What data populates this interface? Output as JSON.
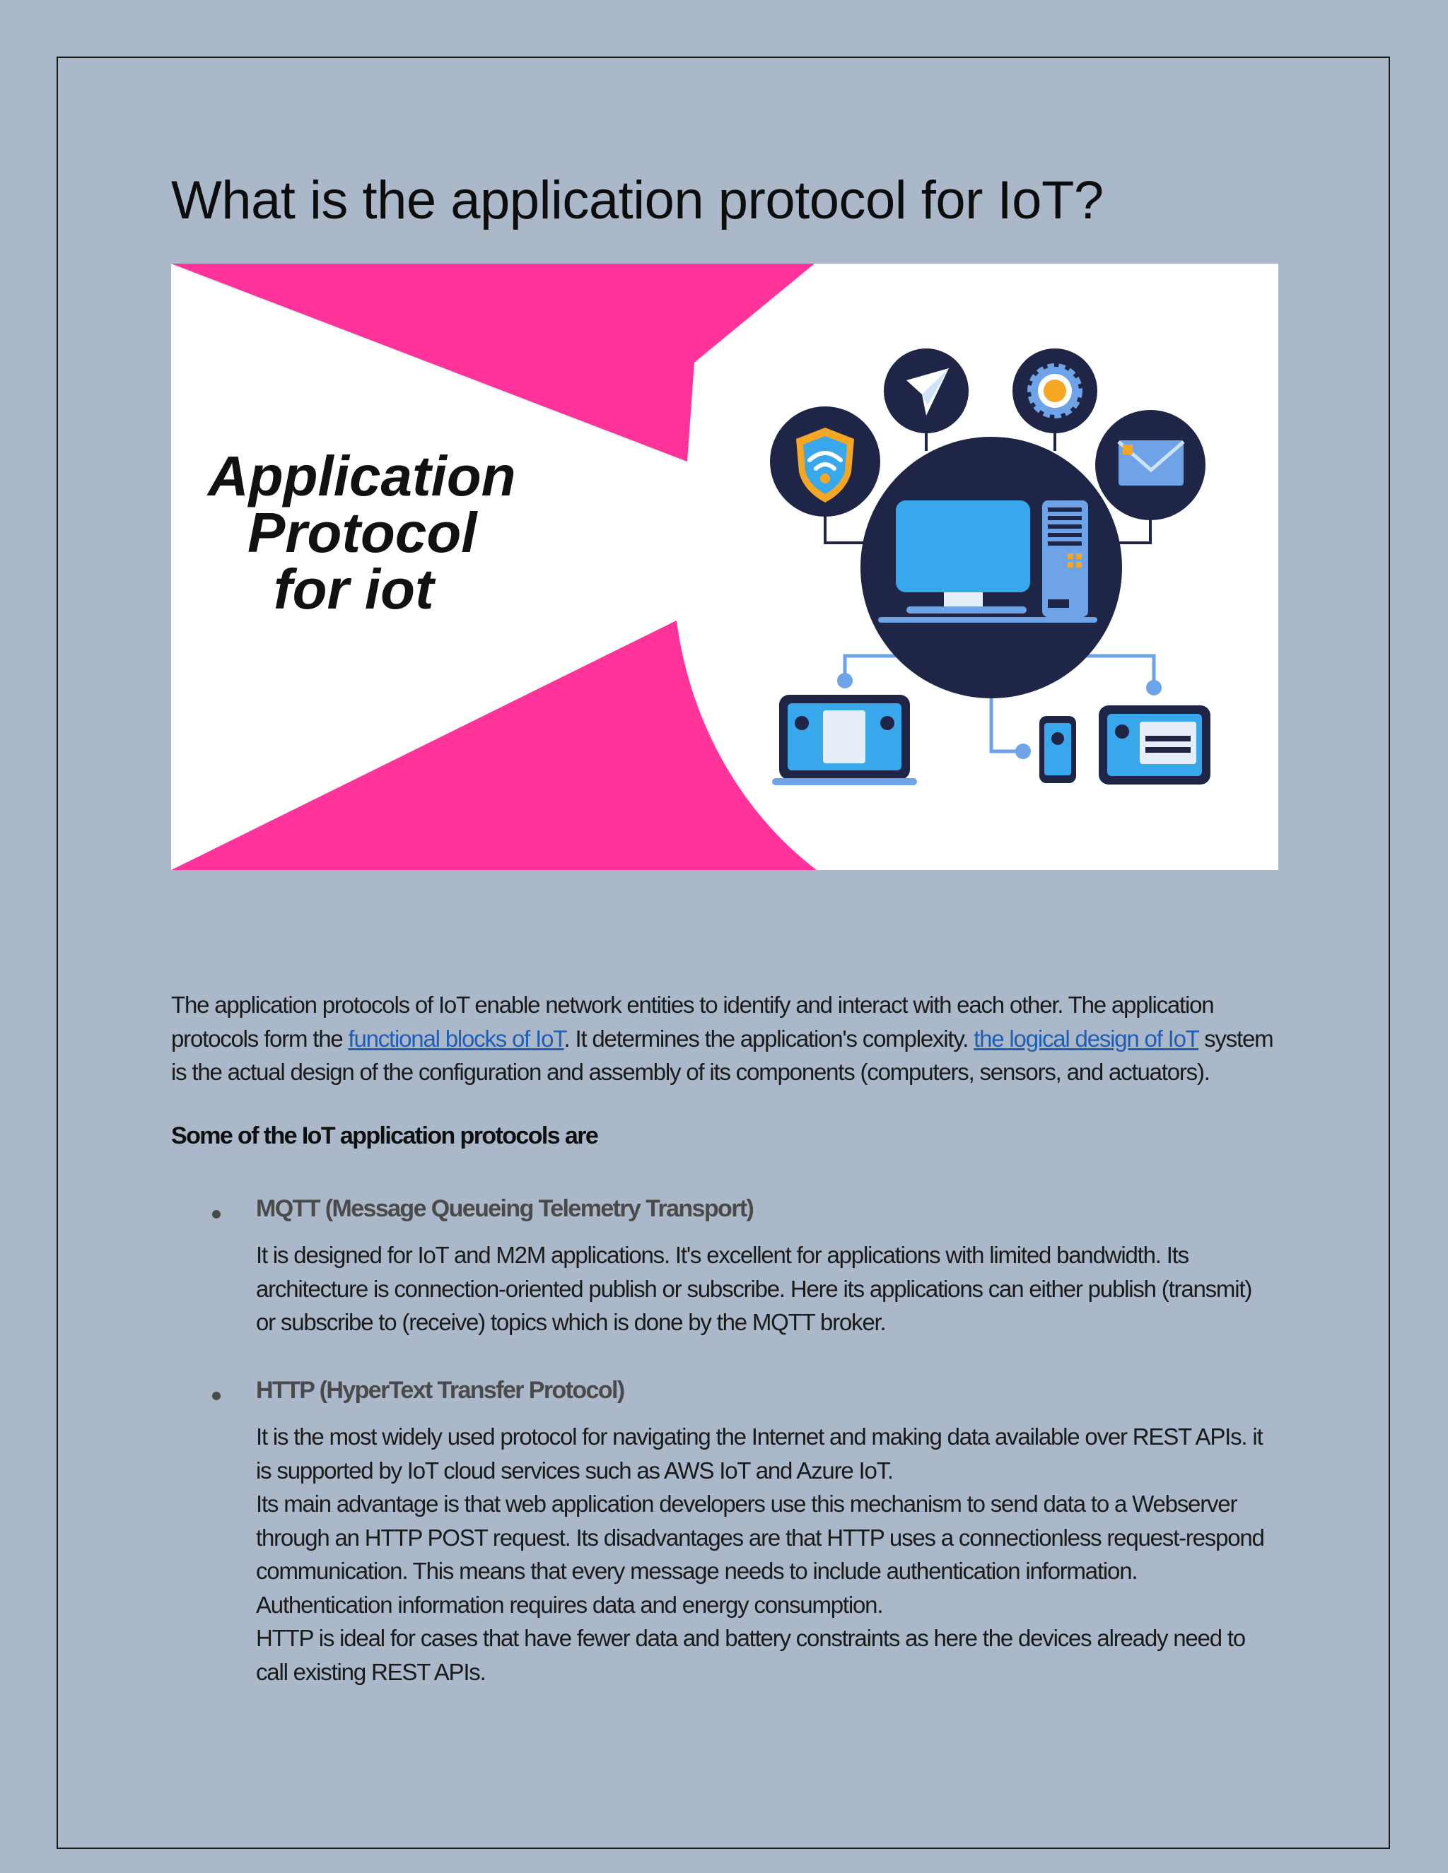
{
  "title": "What is the application protocol for IoT?",
  "hero": {
    "text_line1": "Application",
    "text_line2": "Protocol",
    "text_line3": "for iot",
    "accent_color": "#ff3399"
  },
  "intro": {
    "part1": "The application protocols of IoT enable network entities to identify and interact with each other. The application protocols form the ",
    "link1": "functional blocks of IoT",
    "part2": ". It determines the application's complexity. ",
    "link2": "the logical design of IoT",
    "part3": " system is the actual design of the configuration and assembly of its components (computers, sensors, and actuators)."
  },
  "subheading": "Some of the IoT application protocols are",
  "protocols": [
    {
      "title": "MQTT (Message Queueing Telemetry Transport)",
      "body": "It is designed for IoT and M2M applications. It's excellent for applications with limited bandwidth. Its architecture is connection-oriented publish or subscribe. Here its applications can either publish (transmit) or subscribe to (receive) topics which is done by the MQTT broker."
    },
    {
      "title": "HTTP (HyperText Transfer Protocol)",
      "body1": "It is the most widely used protocol for navigating the Internet and making data available over REST APIs. it is supported by IoT cloud services such as AWS IoT and Azure IoT.",
      "body2": "Its main advantage is that web application developers use this mechanism to send data to a Webserver through an HTTP POST request. Its disadvantages are that HTTP uses a connectionless request-respond communication. This means that every message needs to include authentication information. Authentication information requires data and energy consumption.",
      "body3": "HTTP is ideal for cases that have fewer data and battery constraints as here the devices already need to call existing REST APIs."
    }
  ]
}
